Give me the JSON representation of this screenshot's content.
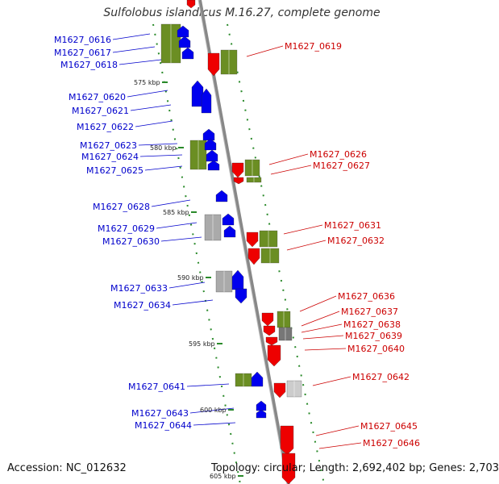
{
  "title": "Sulfolobus islandicus M.16.27, complete genome",
  "footer": {
    "accession": "Accession: NC_012632",
    "topology": "Topology: circular; Length: 2,692,402 bp; Genes: 2,703"
  },
  "colors": {
    "forward_strand": "#0000ee",
    "reverse_strand": "#ee0000",
    "annotated_green": "#6b8e23",
    "grey_block": "#aaaaaa",
    "backbone": "#888888"
  },
  "scale_labels": [
    "575 kbp",
    "580 kbp",
    "585 kbp",
    "590 kbp",
    "595 kbp",
    "600 kbp",
    "605 kbp"
  ],
  "left_genes": [
    "M1627_0616",
    "M1627_0617",
    "M1627_0618",
    "M1627_0620",
    "M1627_0621",
    "M1627_0622",
    "M1627_0623",
    "M1627_0624",
    "M1627_0625",
    "M1627_0628",
    "M1627_0629",
    "M1627_0630",
    "M1627_0633",
    "M1627_0634",
    "M1627_0641",
    "M1627_0643",
    "M1627_0644"
  ],
  "right_genes": [
    "M1627_0619",
    "M1627_0626",
    "M1627_0627",
    "M1627_0631",
    "M1627_0632",
    "M1627_0636",
    "M1627_0637",
    "M1627_0638",
    "M1627_0639",
    "M1627_0640",
    "M1627_0642",
    "M1627_0645",
    "M1627_0646"
  ]
}
